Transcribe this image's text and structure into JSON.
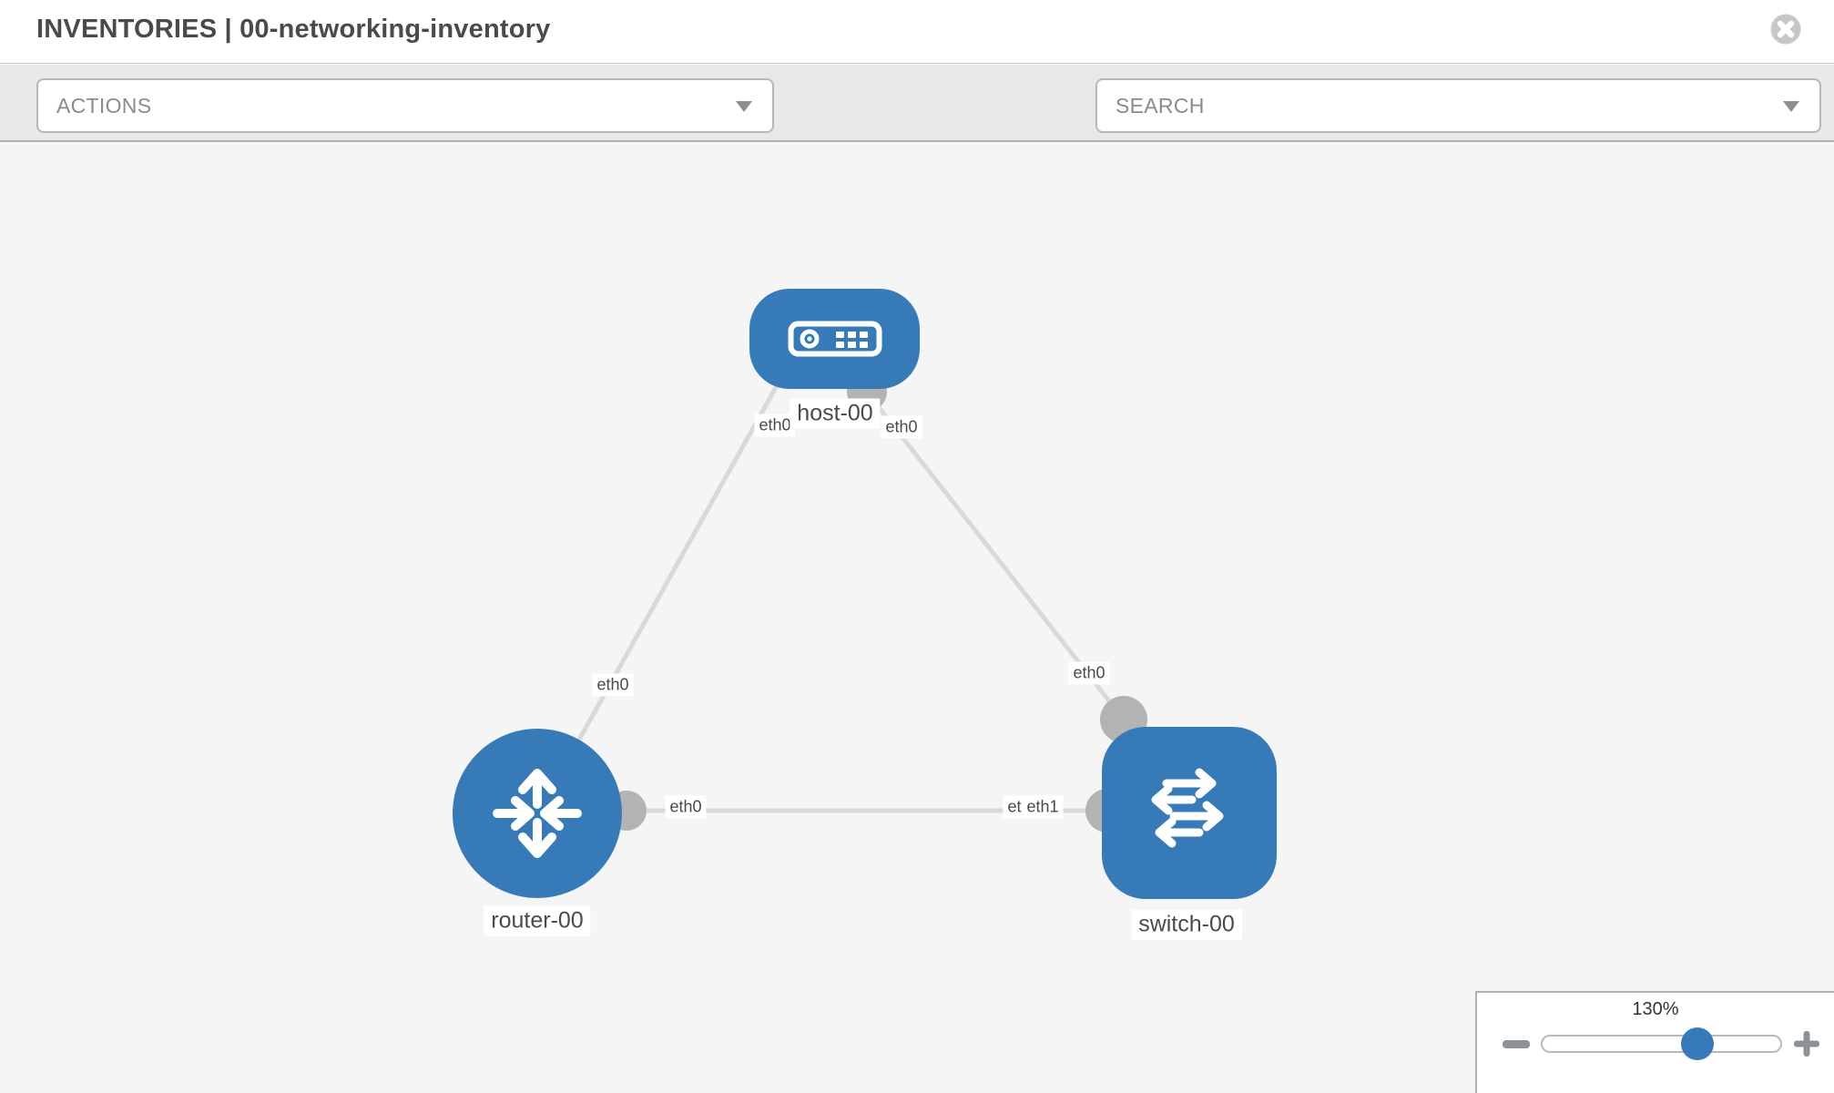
{
  "header": {
    "title": "INVENTORIES | 00-networking-inventory",
    "close_icon": "x-circle"
  },
  "toolbar": {
    "actions_label": "ACTIONS",
    "search_label": "SEARCH",
    "wrench_icon": "wrench",
    "key_icon": "key",
    "caret_icon": "chevron-down"
  },
  "topology": {
    "nodes": [
      {
        "label": "host-00",
        "type": "host",
        "icon": "server-icon"
      },
      {
        "label": "router-00",
        "type": "router",
        "icon": "router-arrows-icon"
      },
      {
        "label": "switch-00",
        "type": "switch",
        "icon": "switch-arrows-icon"
      }
    ],
    "links": [
      {
        "source": "host-00",
        "target": "router-00",
        "source_interface": "eth0",
        "target_interface": "eth0"
      },
      {
        "source": "host-00",
        "target": "switch-00",
        "source_interface": "eth0",
        "target_interface": "eth0"
      },
      {
        "source": "router-00",
        "target": "switch-00",
        "source_interface": "eth0",
        "target_interface": "eth1"
      }
    ],
    "interface_labels": [
      {
        "text": "eth0"
      },
      {
        "text": "eth0"
      },
      {
        "text": "eth0"
      },
      {
        "text": "eth0"
      },
      {
        "text": "eth0"
      },
      {
        "text": "eth0"
      },
      {
        "text": "eth1"
      }
    ]
  },
  "zoom_panel": {
    "value": "130%",
    "percent": 65,
    "minus_icon": "minus",
    "plus_icon": "plus"
  },
  "colors": {
    "node_blue": "#377ab8",
    "link_gray": "#d9d9d9",
    "endpoint_gray": "#b3b3b3",
    "toolbar_gray": "#e8e8e8",
    "canvas_gray": "#f5f5f5",
    "text_dark": "#4a4a4a",
    "text_muted": "#8b8b8b"
  }
}
